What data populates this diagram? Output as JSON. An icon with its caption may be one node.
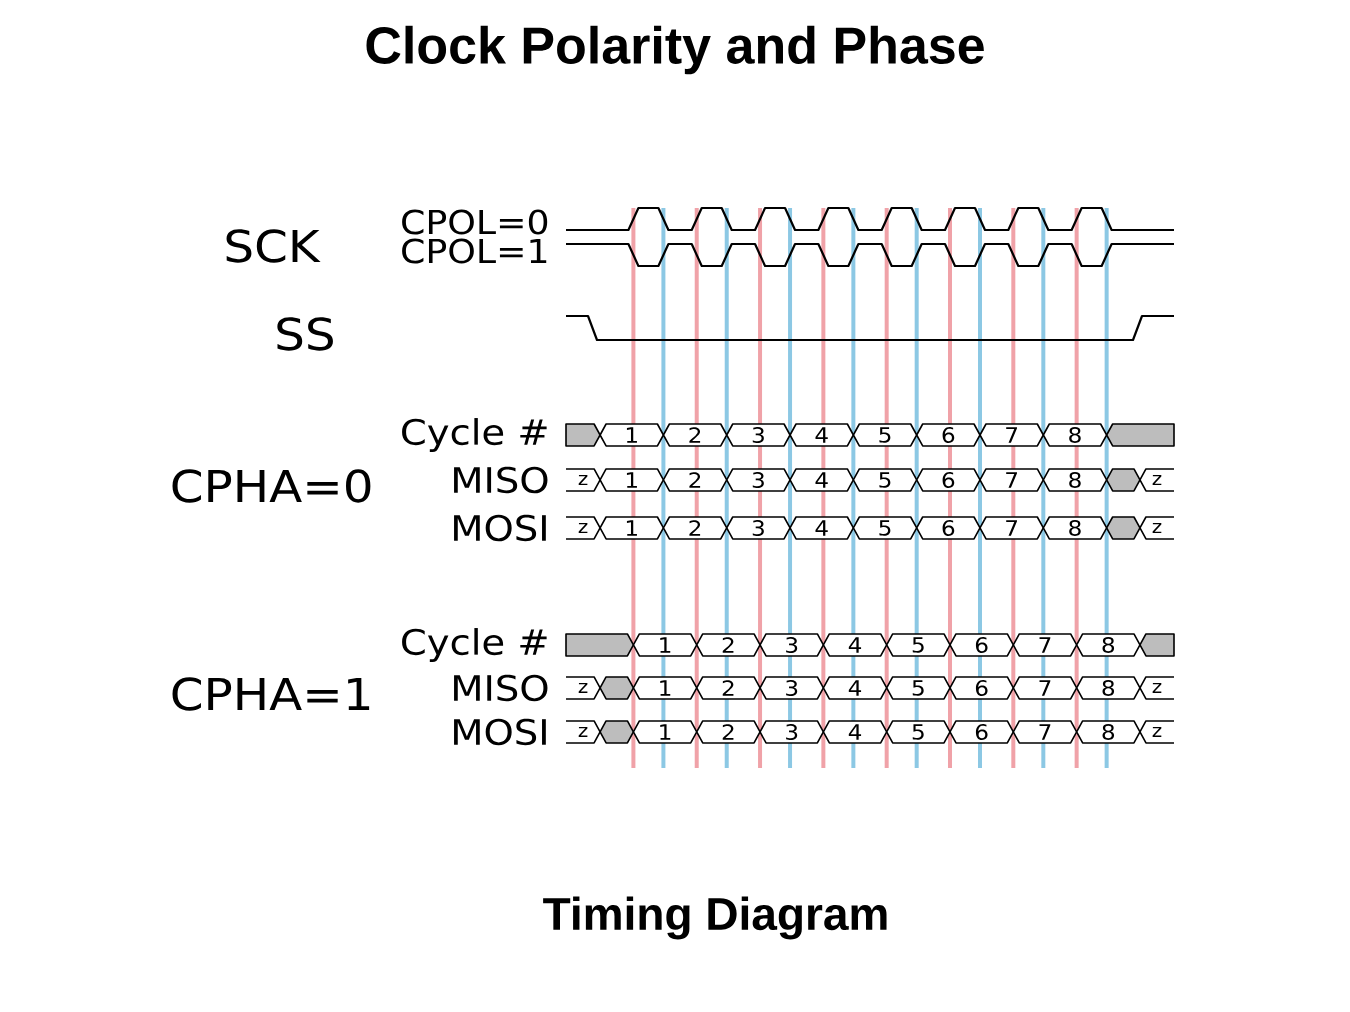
{
  "diagram": {
    "title": "Clock Polarity and Phase",
    "caption": "Timing Diagram",
    "labels": [
      "SCK",
      "CPOL=0",
      "CPOL=1",
      "SS",
      "Cycle #",
      "1",
      "2",
      "3",
      "4",
      "5",
      "6",
      "7",
      "8",
      "CPHA=0",
      "MISO",
      "z",
      "1",
      "2",
      "3",
      "4",
      "5",
      "6",
      "7",
      "8",
      "z",
      "MOSI",
      "z",
      "1",
      "2",
      "3",
      "4",
      "5",
      "6",
      "7",
      "8",
      "z",
      "Cycle #",
      "1",
      "2",
      "3",
      "4",
      "5",
      "6",
      "7",
      "8",
      "CPHA=1",
      "MISO",
      "z",
      "1",
      "2",
      "3",
      "4",
      "5",
      "6",
      "7",
      "8",
      "z",
      "MOSI",
      "z",
      "1",
      "2",
      "3",
      "4",
      "5",
      "6",
      "7",
      "8",
      "z"
    ]
  }
}
